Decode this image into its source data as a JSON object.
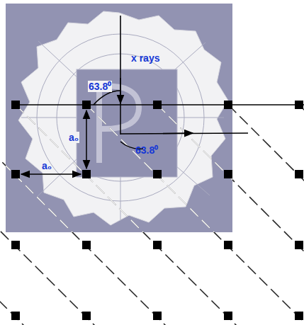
{
  "diagram": {
    "labels": [
      "x rays",
      "63.8⁰",
      "63.8⁰",
      "a₀",
      "a₀"
    ]
  }
}
